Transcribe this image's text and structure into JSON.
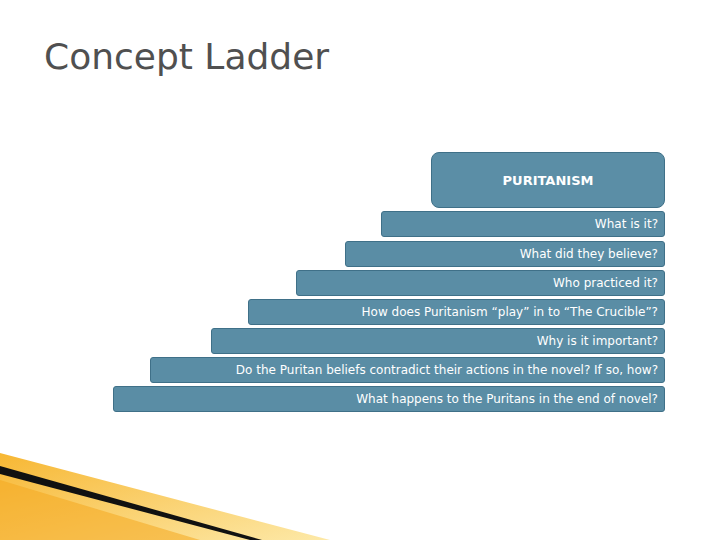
{
  "diagram": {
    "title": "Concept Ladder",
    "nodes": [
      {
        "text": [
          "PURITANISM"
        ]
      },
      {
        "text": [
          "What is it?"
        ]
      },
      {
        "text": [
          "What did they believe?"
        ]
      },
      {
        "text": [
          "Who practiced it?"
        ]
      },
      {
        "text": [
          "How does Puritanism “play” in to “The Crucible”?"
        ]
      },
      {
        "text": [
          "Why is it important?"
        ]
      },
      {
        "text": [
          "Do the Puritan beliefs contradict their actions in the novel?  If so, how?"
        ]
      },
      {
        "text": [
          "What happens to the Puritans in the end of novel?"
        ]
      }
    ]
  }
}
